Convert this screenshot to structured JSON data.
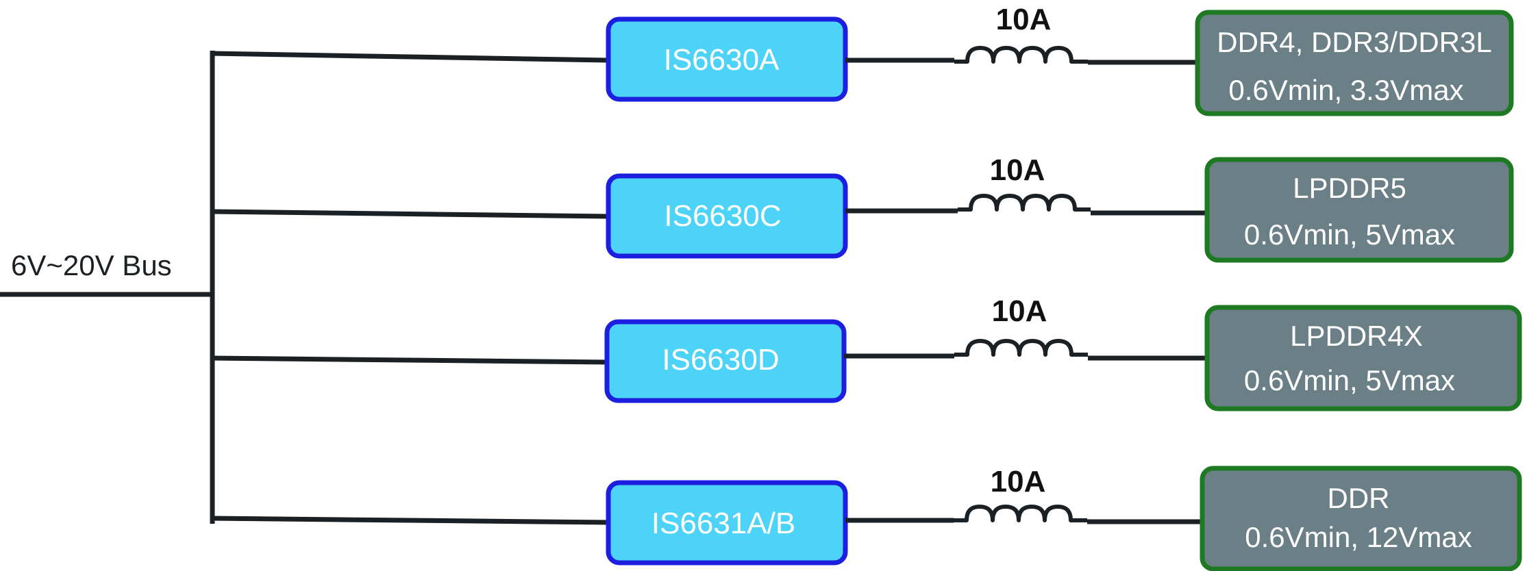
{
  "bus": {
    "label": "6V~20V Bus"
  },
  "channels": [
    {
      "regulator": "IS6630A",
      "current": "10A",
      "load_line1": "DDR4, DDR3/DDR3L",
      "load_line2": "0.6Vmin, 3.3Vmax"
    },
    {
      "regulator": "IS6630C",
      "current": "10A",
      "load_line1": "LPDDR5",
      "load_line2": "0.6Vmin, 5Vmax"
    },
    {
      "regulator": "IS6630D",
      "current": "10A",
      "load_line1": "LPDDR4X",
      "load_line2": "0.6Vmin, 5Vmax"
    },
    {
      "regulator": "IS6631A/B",
      "current": "10A",
      "load_line1": "DDR",
      "load_line2": "0.6Vmin, 12Vmax"
    }
  ],
  "colors": {
    "regulator_fill": "#4dd3f7",
    "regulator_border": "#1c1ee0",
    "load_fill": "#6a7f86",
    "load_border": "#1d7a22",
    "wire": "#1b2024"
  }
}
